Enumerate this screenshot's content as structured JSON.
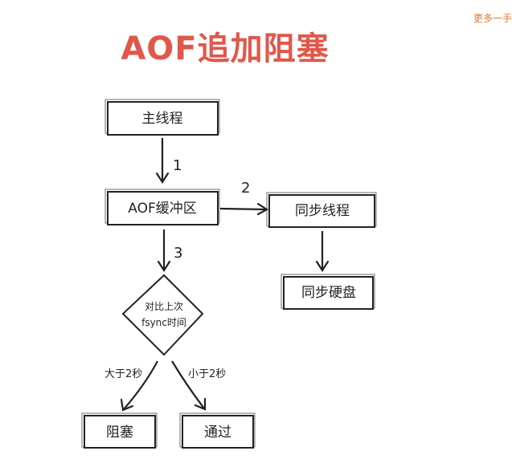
{
  "title": "AOF追加阻塞",
  "watermark": "更多一手",
  "nodes": {
    "main_thread": "主线程",
    "aof_buffer": "AOF缓冲区",
    "sync_thread": "同步线程",
    "sync_disk": "同步硬盘",
    "decision_line1": "对比上次",
    "decision_line2": "fsync时间",
    "block": "阻塞",
    "pass": "通过"
  },
  "edges": {
    "step1": "1",
    "step2": "2",
    "step3": "3",
    "greater": "大于2秒",
    "less": "小于2秒"
  }
}
